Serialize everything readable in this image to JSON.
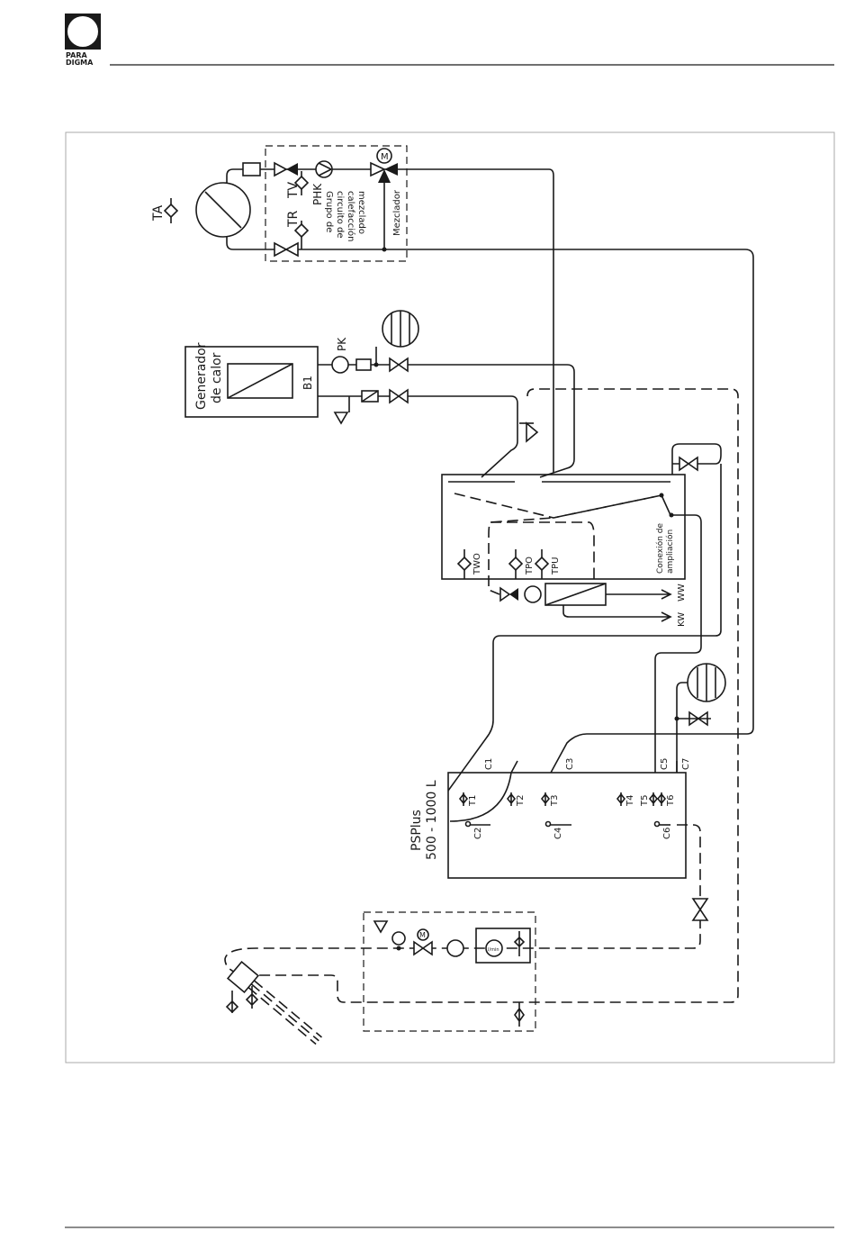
{
  "header": {
    "logo_text": [
      "PARA",
      "DIGMA"
    ]
  },
  "heating_circuit": {
    "outdoor_sensor": "TA",
    "return_sensor": "TR",
    "flow_sensor": "TV",
    "pump": "PHK",
    "mixer": "Mezclador",
    "group_label": [
      "Grupo de",
      "circuito de",
      "calefacción",
      "mezclado"
    ]
  },
  "boiler": {
    "label": [
      "Generador",
      "de calor"
    ],
    "id": "B1",
    "pump": "PK"
  },
  "dhw_module": {
    "sensors": [
      "TWO",
      "TPO",
      "TPU"
    ],
    "expansion_label": [
      "Conexión de",
      "ampliación"
    ],
    "hot_water": "WW",
    "cold_water": "KW"
  },
  "buffer_tank": {
    "name": "PSPlus",
    "capacity": "500 - 1000 L",
    "connections_top": [
      "C1",
      "C3",
      "C5",
      "C7"
    ],
    "connections_mid": [
      "C2",
      "C4",
      "C6"
    ],
    "sensors": [
      "T1",
      "T2",
      "T3",
      "T4",
      "T5",
      "T6"
    ]
  },
  "solar_station": {
    "flow_meter": "l/min",
    "motor": "M"
  }
}
